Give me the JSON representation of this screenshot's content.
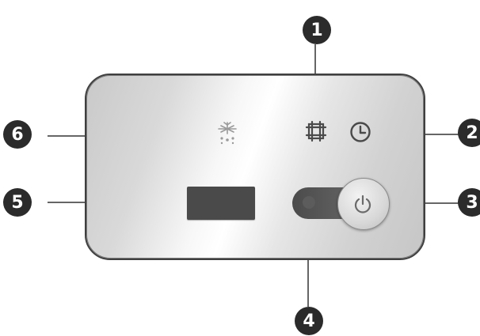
{
  "callouts": [
    {
      "label": "1"
    },
    {
      "label": "2"
    },
    {
      "label": "3"
    },
    {
      "label": "4"
    },
    {
      "label": "5"
    },
    {
      "label": "6"
    }
  ],
  "icons": {
    "defrost": "snowflake-drip-icon",
    "grill": "grid-icon",
    "timer": "clock-icon",
    "power": "power-icon"
  },
  "colors": {
    "callout_bg": "#2b2b2b",
    "display_bg": "#4a4a4a"
  }
}
